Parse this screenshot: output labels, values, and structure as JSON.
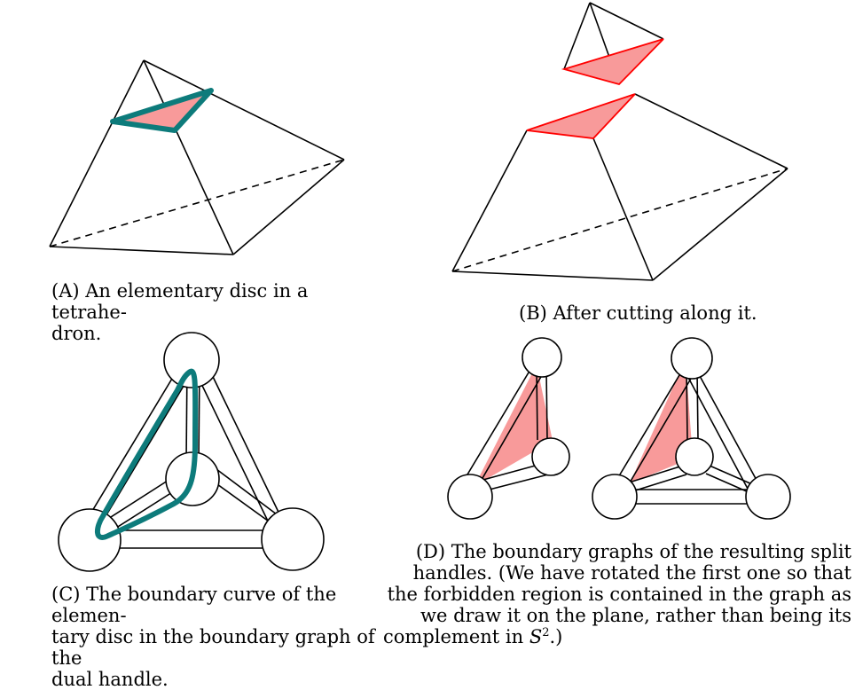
{
  "figure": {
    "colors": {
      "stroke": "#000000",
      "disc_fill": "#f89a9a",
      "disc_outline": "#ff0000",
      "boundary_curve": "#0d7b7b",
      "vertex_fill": "#ffffff"
    },
    "panels": {
      "a": {
        "label": "A",
        "caption_line1": "An elementary disc in a tetrahe-",
        "caption_line2": "dron."
      },
      "b": {
        "label": "B",
        "caption": "After cutting along it."
      },
      "c": {
        "label": "C",
        "caption_line1": "The boundary curve of the elemen-",
        "caption_line2": "tary disc in the boundary graph of the",
        "caption_line3": "dual handle."
      },
      "d": {
        "label": "D",
        "caption_line1": "The boundary graphs of the resulting split",
        "caption_line2": "handles. (We have rotated the first one so that",
        "caption_line3": "the forbidden region is contained in the graph as",
        "caption_line4": "we draw it on the plane, rather than being its",
        "caption_line5_pre": "complement in ",
        "caption_line5_symbol": "S",
        "caption_line5_exp": "2",
        "caption_line5_post": ".)"
      }
    }
  }
}
